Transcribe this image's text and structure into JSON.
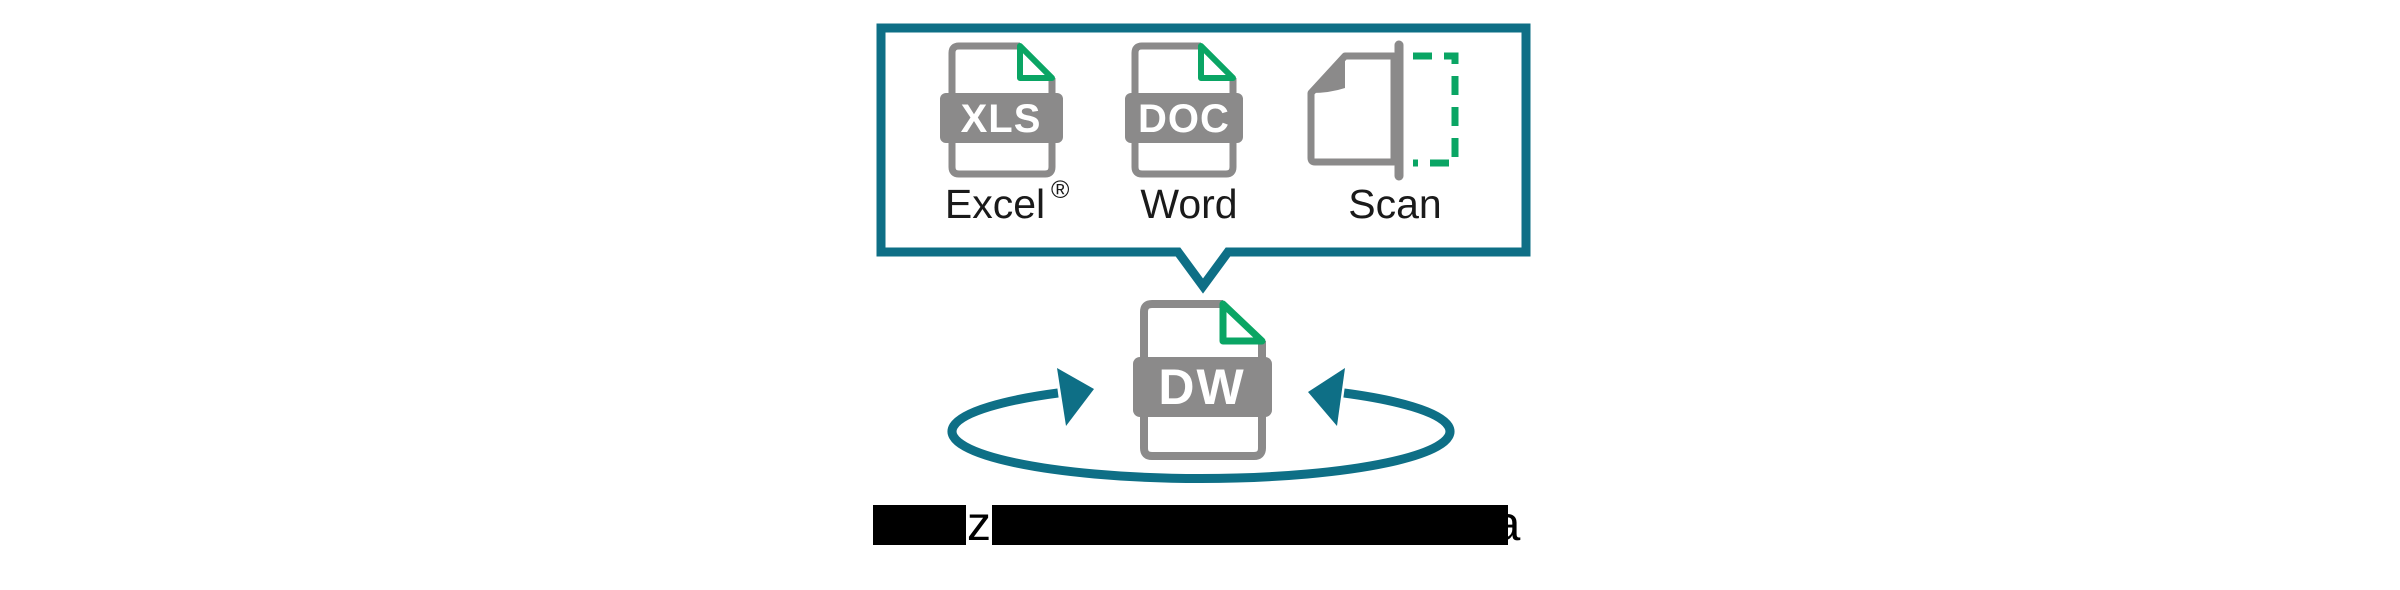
{
  "diagram": {
    "palette": {
      "teal": "#0E6F86",
      "green": "#0AA564",
      "gray": "#8B8A8A",
      "text": "#1A1A1A"
    },
    "input_box": {
      "items": [
        {
          "id": "excel",
          "badge": "XLS",
          "label": "Excel",
          "registered_mark": "®"
        },
        {
          "id": "word",
          "badge": "DOC",
          "label": "Word"
        },
        {
          "id": "scan",
          "label": "Scan"
        }
      ]
    },
    "target_file": {
      "badge": "DW"
    },
    "caption": {
      "visible_letter_mid": "z",
      "visible_letter_end": "a"
    }
  }
}
